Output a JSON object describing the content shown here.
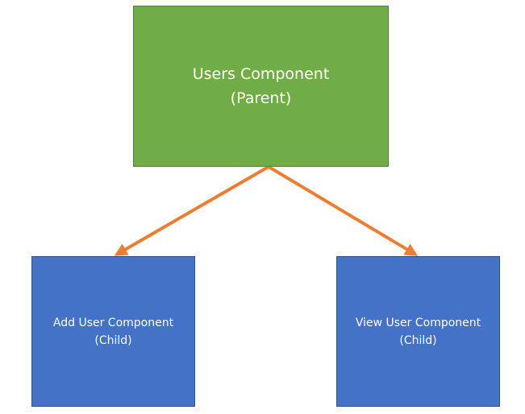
{
  "colors": {
    "parent_fill": "#70ad47",
    "child_fill": "#4472c4",
    "arrow": "#ed7d31",
    "text": "#ffffff"
  },
  "parent": {
    "title": "Users Component",
    "subtitle": "(Parent)"
  },
  "children": [
    {
      "title": "Add User Component",
      "subtitle": "(Child)"
    },
    {
      "title": "View User Component",
      "subtitle": "(Child)"
    }
  ]
}
